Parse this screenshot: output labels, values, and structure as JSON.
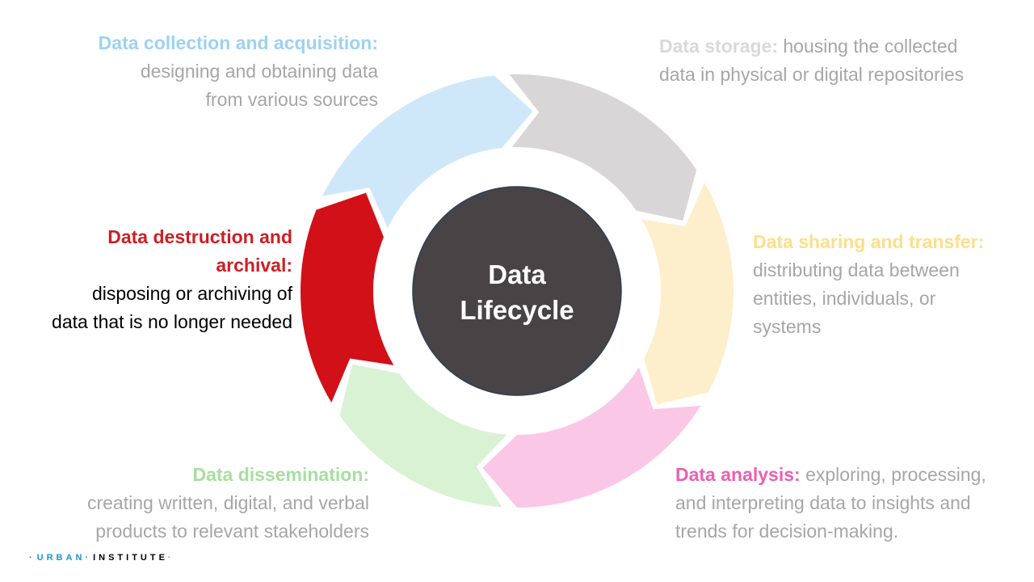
{
  "diagram": {
    "center": {
      "line1": "Data",
      "line2": "Lifecycle"
    },
    "stages": {
      "collection": {
        "head": "Data collection and acquisition:",
        "line1": "designing and obtaining data",
        "line2": "from various sources",
        "color": "#9dd2f1",
        "arrow_color": "#cfe8f9"
      },
      "storage": {
        "head": "Data storage:",
        "line1": " housing the collected",
        "line2": "data in physical or digital repositories",
        "color": "#d9d9d9",
        "arrow_color": "#d8d6d7"
      },
      "sharing": {
        "head": "Data sharing and transfer:",
        "line1": "distributing data between",
        "line2": "entities, individuals, or",
        "line3": "systems",
        "color": "#fcdf8c",
        "arrow_color": "#fdefcc"
      },
      "analysis": {
        "head": "Data analysis:",
        "line1": " exploring, processing,",
        "line2": "and interpreting data to insights and",
        "line3": "trends for decision-making.",
        "color": "#ec5fb4",
        "arrow_color": "#fbc7e7"
      },
      "dissemination": {
        "head": "Data dissemination:",
        "line1": "creating written, digital, and verbal",
        "line2": "products to relevant stakeholders",
        "color": "#a8dea0",
        "arrow_color": "#d9f2d4"
      },
      "destruction": {
        "head_line1": "Data destruction and",
        "head_line2": "archival:",
        "line1": "disposing or archiving of",
        "line2": "data that is no longer needed",
        "color": "#cc1f25",
        "arrow_color": "#d21017",
        "text_color": "#000000"
      }
    },
    "center_color": "#484445",
    "text_gray": "#a6a6a6"
  },
  "logo": {
    "dots": "·",
    "urban": "URBAN",
    "institute": "INSTITUTE",
    "urban_color": "#1696d2",
    "institute_color": "#000000"
  }
}
